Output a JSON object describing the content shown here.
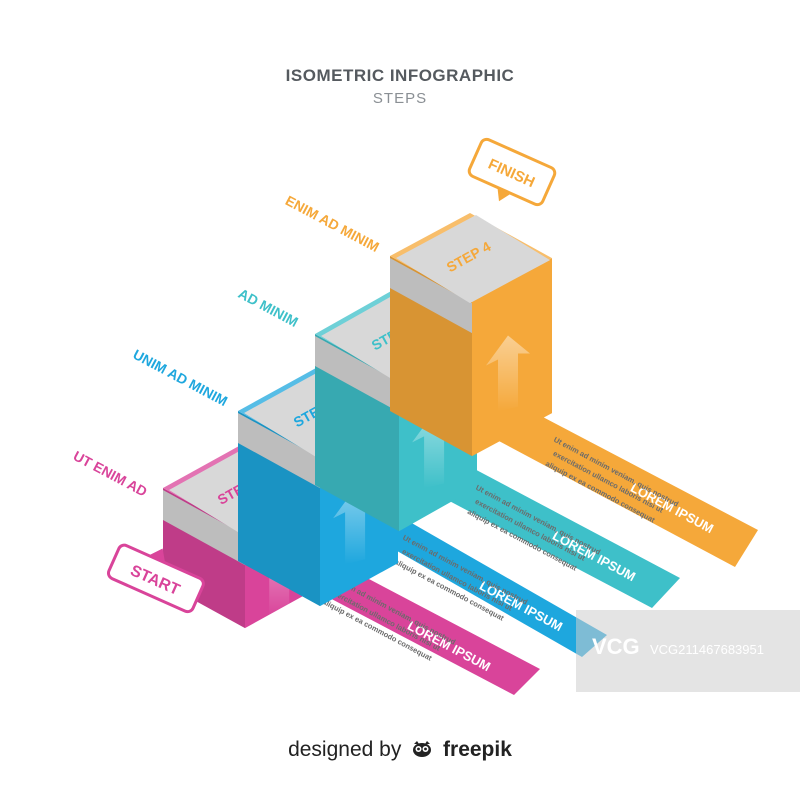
{
  "title": "ISOMETRIC INFOGRAPHIC",
  "subtitle": "STEPS",
  "colors": {
    "pink": "#d9449a",
    "blue": "#1ea7de",
    "teal": "#3ec0c9",
    "orange": "#f5a83a",
    "gray": "#d8d8d8"
  },
  "start_label": "START",
  "finish_label": "FINISH",
  "steps": [
    {
      "step": "STEP 1",
      "heading": "UT ENIM AD",
      "banner": "LOREM IPSUM",
      "text": [
        "Ut enim ad minim veniam, quis nostrud",
        "exercitation ullamco laboris nisi ut",
        "aliquip ex ea commodo consequat"
      ]
    },
    {
      "step": "STEP 2",
      "heading": "UNIM AD MINIM",
      "banner": "LOREM IPSUM",
      "text": [
        "Ut enim ad minim veniam, quis nostrud",
        "exercitation ullamco laboris nisi ut",
        "aliquip ex ea commodo consequat"
      ]
    },
    {
      "step": "STEP 3",
      "heading": "AD MINIM",
      "banner": "LOREM IPSUM",
      "text": [
        "Ut enim ad minim veniam, quis nostrud",
        "exercitation ullamco laboris nisi ut",
        "aliquip ex ea commodo consequat"
      ]
    },
    {
      "step": "STEP 4",
      "heading": "ENIM AD MINIM",
      "banner": "LOREM IPSUM",
      "text": [
        "Ut enim ad minim veniam, quis nostrud",
        "exercitation ullamco laboris nisi ut",
        "aliquip ex ea commodo consequat"
      ]
    }
  ],
  "footer": {
    "prefix": "designed by",
    "brand": "freepik",
    "logo_icon": "freepik-owl-icon"
  },
  "watermark": {
    "logo": "VCG",
    "id": "VCG211467683951"
  }
}
